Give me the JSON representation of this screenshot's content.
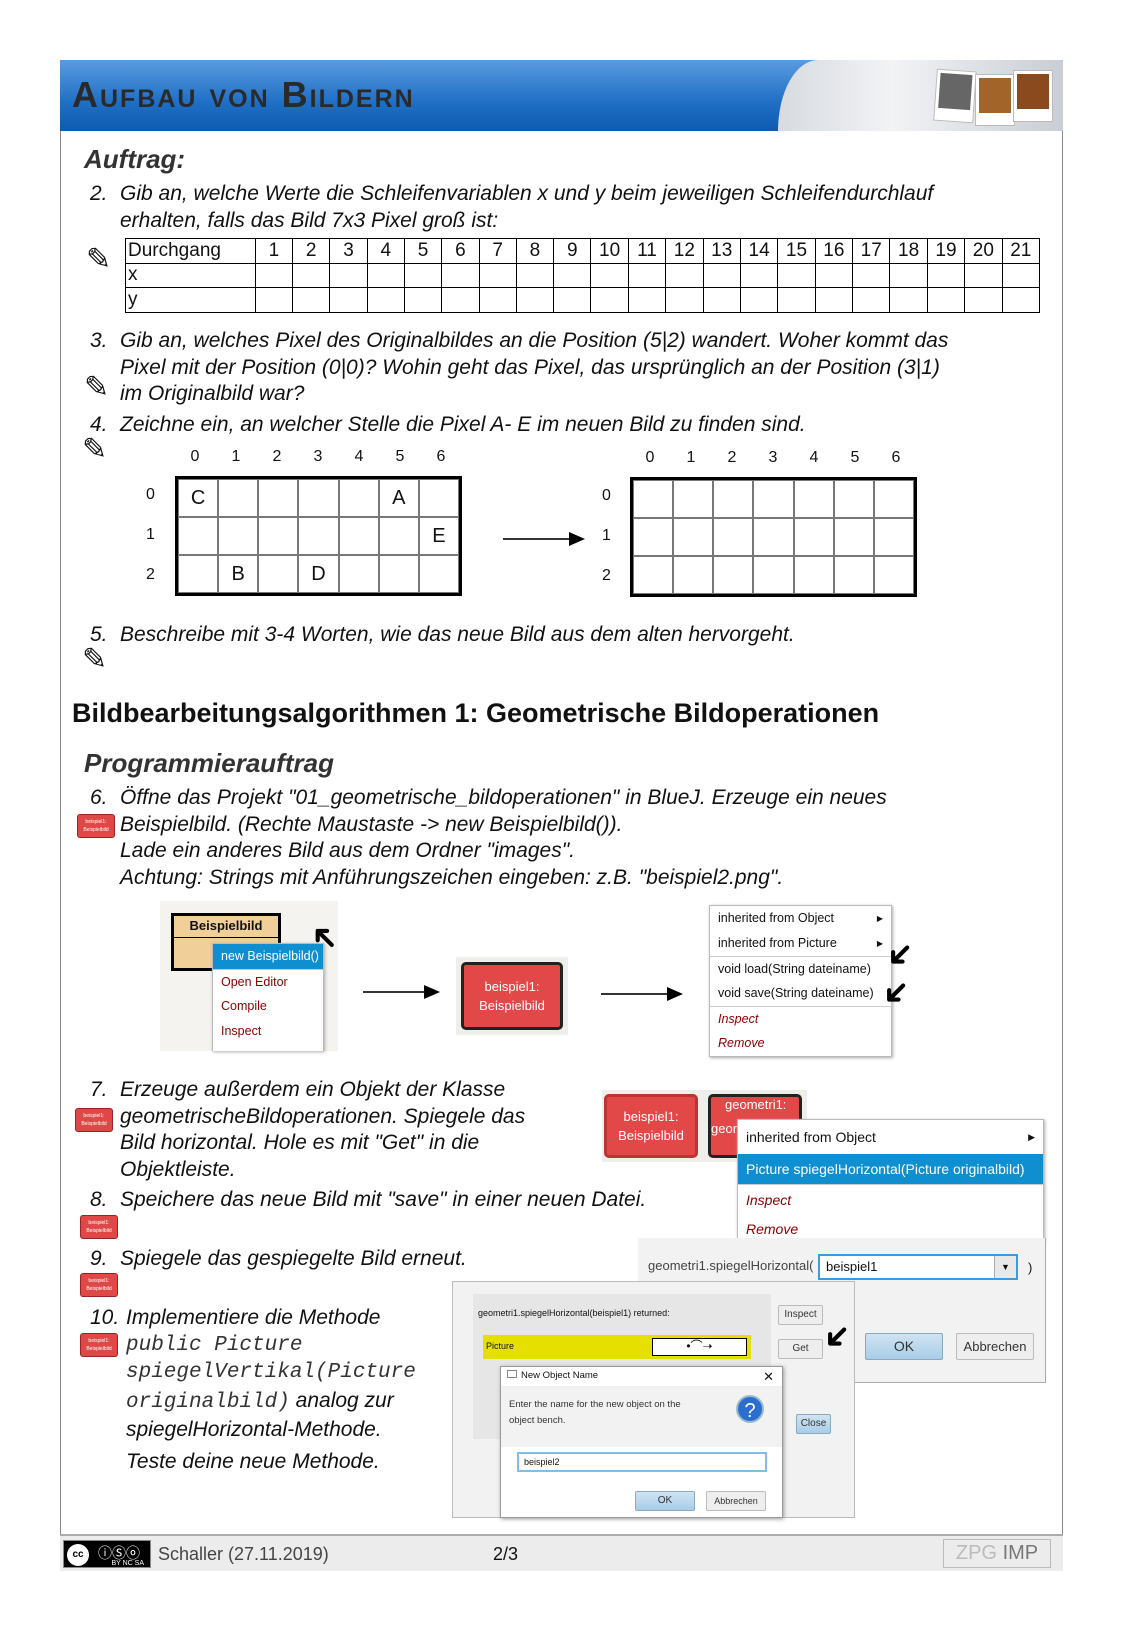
{
  "header": {
    "title": "Aufbau von Bildern"
  },
  "auftrag": {
    "heading": "Auftrag:"
  },
  "task2": {
    "num": "2.",
    "line1": "Gib an, welche Werte die Schleifenvariablen x und y beim jeweiligen Schleifendurchlauf",
    "line2": "erhalten, falls das Bild 7x3 Pixel groß ist:"
  },
  "table": {
    "row_labels": [
      "Durchgang",
      "x",
      "y"
    ],
    "columns": [
      "1",
      "2",
      "3",
      "4",
      "5",
      "6",
      "7",
      "8",
      "9",
      "10",
      "11",
      "12",
      "13",
      "14",
      "15",
      "16",
      "17",
      "18",
      "19",
      "20",
      "21"
    ]
  },
  "task3": {
    "num": "3.",
    "line1": "Gib an, welches Pixel des Originalbildes an die Position (5|2) wandert. Woher kommt das",
    "line2": "Pixel mit der Position (0|0)? Wohin geht das Pixel, das ursprünglich an der Position (3|1)",
    "line3": "im Originalbild war?"
  },
  "task4": {
    "num": "4.",
    "line1": "Zeichne ein, an welcher Stelle die Pixel A- E im neuen Bild zu finden sind."
  },
  "grid_left": {
    "col_labels": [
      "0",
      "1",
      "2",
      "3",
      "4",
      "5",
      "6"
    ],
    "row_labels": [
      "0",
      "1",
      "2"
    ],
    "cells": [
      [
        "C",
        "",
        "",
        "",
        "",
        "A",
        ""
      ],
      [
        "",
        "",
        "",
        "",
        "",
        "",
        "E"
      ],
      [
        "",
        "B",
        "",
        "D",
        "",
        "",
        ""
      ]
    ]
  },
  "grid_right": {
    "col_labels": [
      "0",
      "1",
      "2",
      "3",
      "4",
      "5",
      "6"
    ],
    "row_labels": [
      "0",
      "1",
      "2"
    ]
  },
  "task5": {
    "num": "5.",
    "line1": "Beschreibe mit 3-4 Worten, wie das neue Bild aus dem alten hervorgeht."
  },
  "section": {
    "heading": "Bildbearbeitungsalgorithmen 1: Geometrische Bildoperationen",
    "sub": "Programmierauftrag"
  },
  "task6": {
    "num": "6.",
    "line1": "Öffne das Projekt \"01_geometrische_bildoperationen\" in BlueJ. Erzeuge ein neues",
    "line2": "Beispielbild. (Rechte Maustaste -> new Beispielbild()).",
    "line3": "Lade ein anderes Bild aus dem Ordner \"images\".",
    "line4": "Achtung: Strings mit Anführungszeichen eingeben: z.B. \"beispiel2.png\"."
  },
  "icon_label": {
    "l1": "beispiel1:",
    "l2": "Beispielbild"
  },
  "shot1": {
    "class_name": "Beispielbild",
    "menu": [
      "new Beispielbild()",
      "Open Editor",
      "Compile",
      "Inspect"
    ]
  },
  "shot2": {
    "line1": "beispiel1:",
    "line2": "Beispielbild"
  },
  "shot3": {
    "menu": [
      "inherited from Object",
      "inherited from Picture",
      "void load(String dateiname)",
      "void save(String dateiname)",
      "Inspect",
      "Remove"
    ]
  },
  "task7": {
    "num": "7.",
    "line1": "Erzeuge außerdem ein Objekt der Klasse",
    "line2": "geometrischeBildoperationen. Spiegele das",
    "line3": "Bild horizontal. Hole es mit \"Get\" in die",
    "line4": "Objektleiste."
  },
  "task8": {
    "num": "8.",
    "line1": "Speichere das neue Bild mit \"save\" in einer neuen Datei."
  },
  "task9": {
    "num": "9.",
    "line1": "Spiegele das gespiegelte Bild erneut."
  },
  "task10": {
    "num": "10.",
    "line1": "Implementiere die Methode",
    "code1": "public Picture",
    "code2": "spiegelVertikal(Picture",
    "code3": "originalbild)",
    "line2": " analog zur",
    "line3": "spiegelHorizontal-Methode.",
    "line4": "Teste deine neue Methode."
  },
  "shot4": {
    "obj1_l1": "beispiel1:",
    "obj1_l2": "Beispielbild",
    "obj2_l1": "geometri1:",
    "obj2_l2": "geor",
    "menu": [
      "inherited from Object",
      "Picture spiegelHorizontal(Picture originalbild)",
      "Inspect",
      "Remove"
    ]
  },
  "shot5": {
    "call": "geometri1.spiegelHorizontal(",
    "value": "beispiel1",
    "close_paren": ")",
    "ok": "OK",
    "cancel": "Abbrechen"
  },
  "shot6": {
    "returned": "geometri1.spiegelHorizontal(beispiel1) returned:",
    "type": "Picture",
    "inspect": "Inspect",
    "get": "Get",
    "close": "Close"
  },
  "shot7": {
    "title": "New Object Name",
    "message1": "Enter the name for the new object on the",
    "message2": "object bench.",
    "value": "beispiel2",
    "ok": "OK",
    "cancel": "Abbrechen"
  },
  "footer": {
    "license": "BY NC SA",
    "author": "Schaller (27.11.2019)",
    "page": "2/3",
    "logo_a": "ZPG",
    "logo_b": "IMP"
  }
}
